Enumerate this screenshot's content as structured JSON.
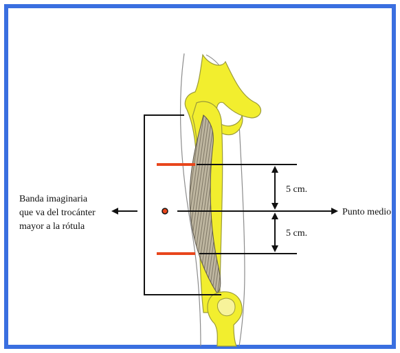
{
  "colors": {
    "frame_border": "#3A6FE0",
    "bone_fill": "#F2EE2E",
    "bone_outline": "#9A9A3A",
    "muscle_fill": "#B8AE98",
    "marker_red": "#E8461C",
    "line": "#111111"
  },
  "left_label": {
    "line1": "Banda imaginaria",
    "line2": "que va del trocánter",
    "line3": "mayor a la rótula"
  },
  "right_label": "Punto medio",
  "upper_distance": "5 cm.",
  "lower_distance": "5 cm."
}
